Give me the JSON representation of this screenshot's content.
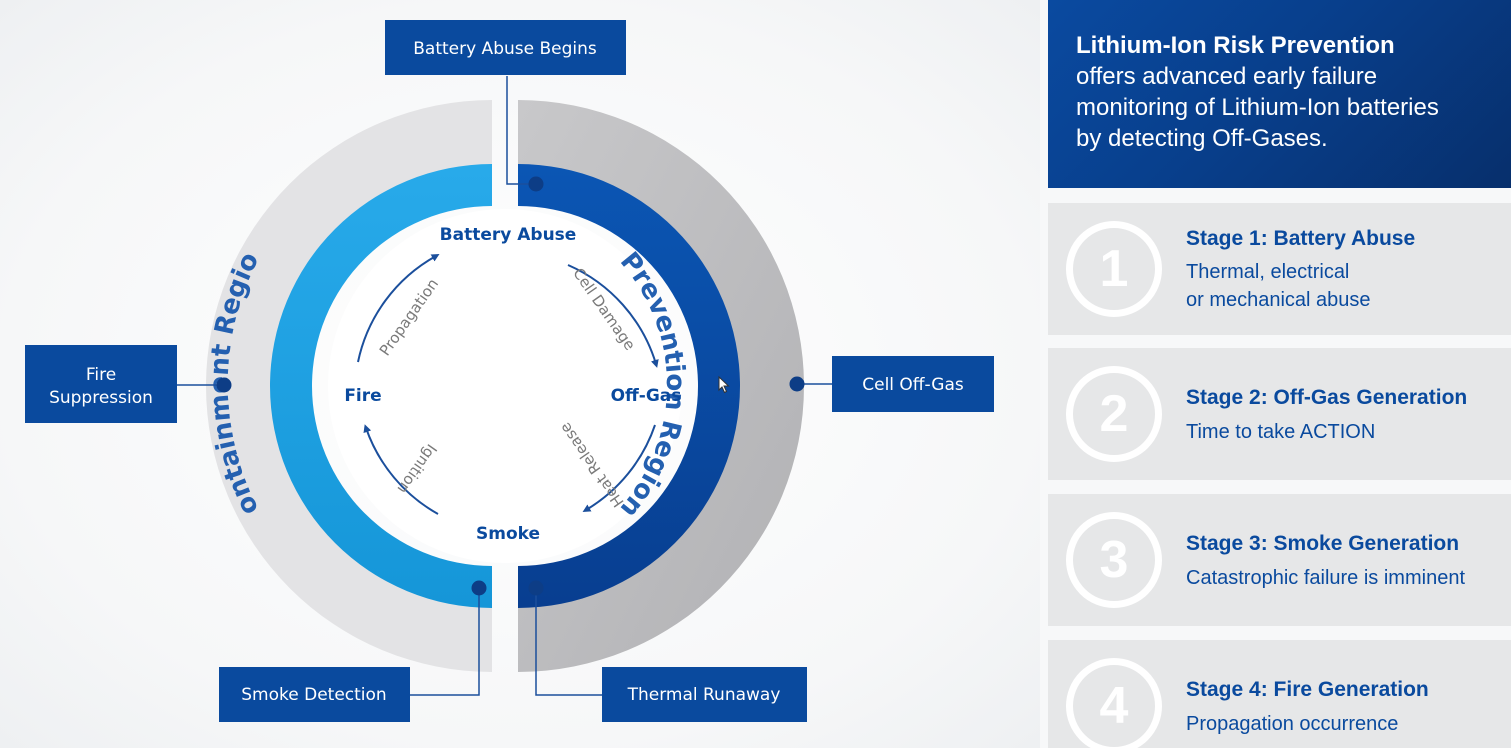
{
  "diagram": {
    "inner_nodes": [
      "Battery Abuse",
      "Off-Gas",
      "Smoke",
      "Fire"
    ],
    "inner_transitions": [
      "Cell Damage",
      "Heat Release",
      "Ignition",
      "Propagation"
    ],
    "regions": {
      "prevention": "Prevention Region",
      "containment": "Containment Region"
    },
    "callouts": {
      "top": "Battery Abuse Begins",
      "right": "Cell Off-Gas",
      "left_line1": "Fire",
      "left_line2": "Suppression",
      "bottom_left": "Smoke Detection",
      "bottom_right": "Thermal Runaway"
    },
    "colors": {
      "prevention_ring": "#0a4aa0",
      "containment_ring": "#1aa0e0",
      "outer_gray": "#bdbdbf",
      "outer_light": "#e3e3e5",
      "label_box": "#0a4a9e"
    }
  },
  "panel": {
    "header_title": "Lithium-Ion Risk Prevention",
    "header_lines": [
      "offers advanced early failure",
      "monitoring of Lithium-Ion batteries",
      "by detecting Off-Gases."
    ],
    "stages": [
      {
        "number": "1",
        "title": "Stage 1: Battery Abuse",
        "desc": [
          "Thermal, electrical",
          "or mechanical abuse"
        ]
      },
      {
        "number": "2",
        "title": "Stage 2: Off-Gas Generation",
        "desc": [
          "Time to take ACTION"
        ]
      },
      {
        "number": "3",
        "title": "Stage 3: Smoke Generation",
        "desc": [
          "Catastrophic failure is imminent"
        ]
      },
      {
        "number": "4",
        "title": "Stage 4: Fire Generation",
        "desc": [
          "Propagation occurrence"
        ]
      }
    ]
  }
}
